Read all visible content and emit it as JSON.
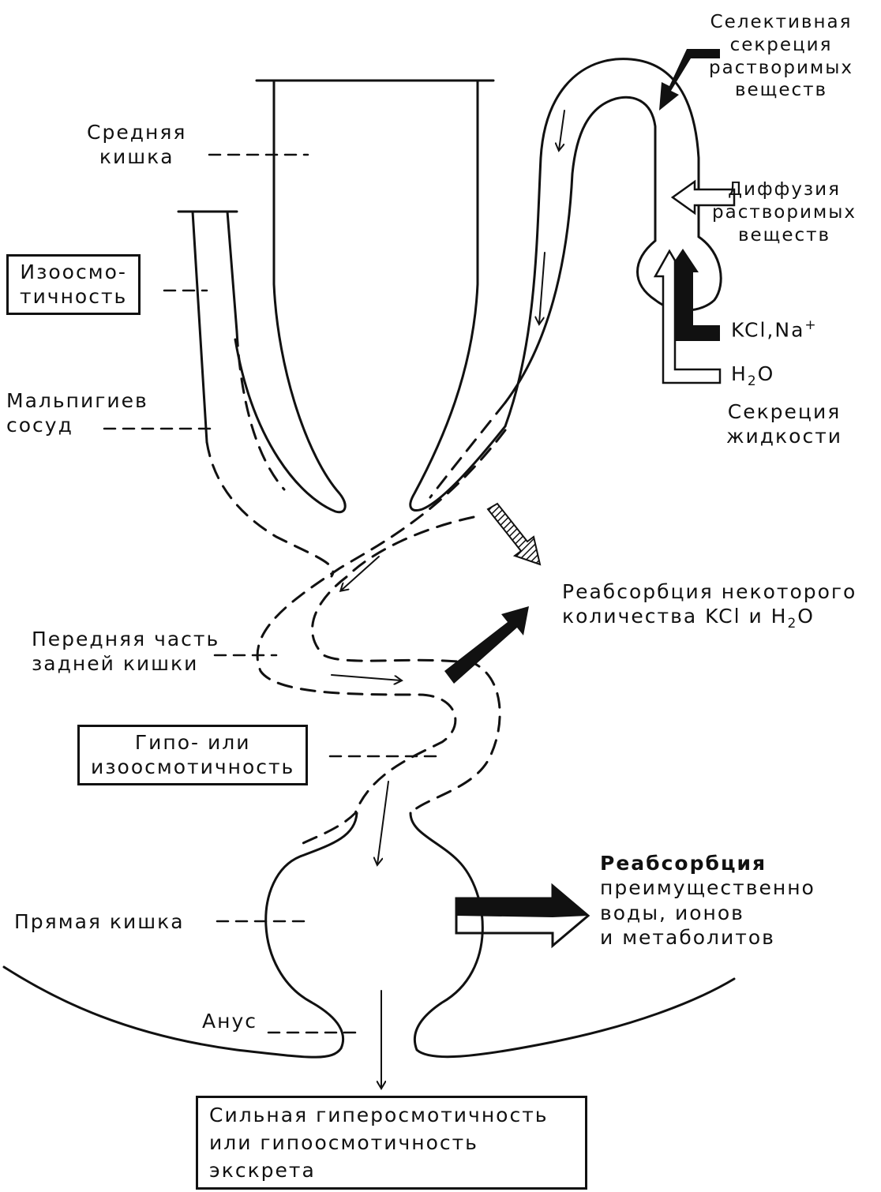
{
  "labels": {
    "midgut": [
      "Средняя",
      "кишка"
    ],
    "isoosmotic": [
      "Изоосмо-",
      "тичность"
    ],
    "malpighian": [
      "Мальпигиев",
      "сосуд"
    ],
    "selective": [
      "Селективная",
      "секреция",
      "растворимых",
      "веществ"
    ],
    "diffusion": [
      "Диффузия",
      "растворимых",
      "веществ"
    ],
    "kcl_na": "KCl,Na",
    "kcl_na_sup": "+",
    "h2o_h": "H",
    "h2o_sub": "2",
    "h2o_o": "O",
    "fluid_secretion": [
      "Секреция",
      "жидкости"
    ],
    "reabsorption_kcl": [
      "Реабсорбция некоторого",
      "количества KCl и H"
    ],
    "reabsorption_kcl_sub": "2",
    "reabsorption_kcl_end": "O",
    "anterior_hindgut": [
      "Передняя часть",
      "задней кишки"
    ],
    "hypo_iso": [
      "Гипо- или",
      "изоосмотичность"
    ],
    "rectum": "Прямая кишка",
    "reabsorption_water": [
      "Реабсорбция",
      "преимущественно",
      "воды, ионов",
      "и  метаболитов"
    ],
    "anus": "Анус",
    "excreta": [
      "Сильная гиперосмотичность",
      "или гипоосмотичность",
      "экскрета"
    ]
  },
  "colors": {
    "ink": "#111111",
    "paper": "#ffffff"
  }
}
